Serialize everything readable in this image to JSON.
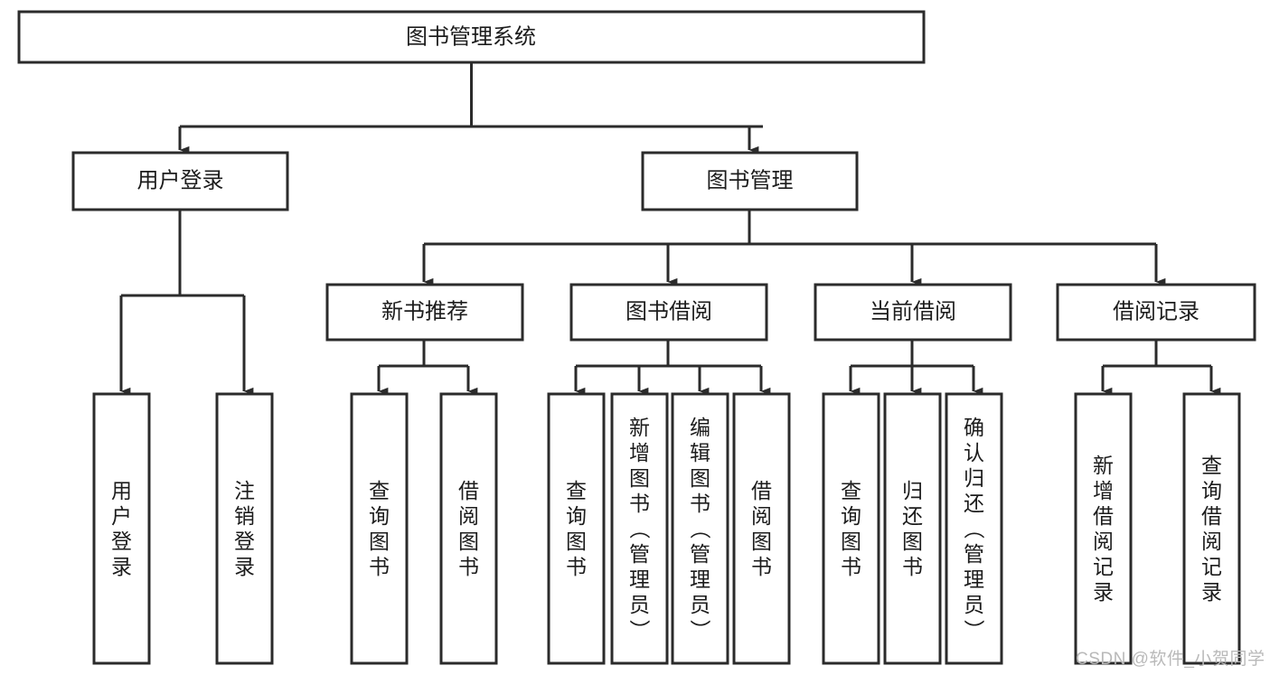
{
  "diagram": {
    "type": "tree-hierarchy-chart",
    "title": "图书管理系统",
    "root": {
      "id": "root",
      "label": "图书管理系统",
      "orientation": "horizontal"
    },
    "level2": [
      {
        "id": "user-login",
        "label": "用户登录",
        "orientation": "horizontal"
      },
      {
        "id": "book-management",
        "label": "图书管理",
        "orientation": "horizontal"
      }
    ],
    "level3": [
      {
        "id": "new-book-recommend",
        "label": "新书推荐",
        "orientation": "horizontal",
        "parent": "book-management"
      },
      {
        "id": "book-borrow",
        "label": "图书借阅",
        "orientation": "horizontal",
        "parent": "book-management"
      },
      {
        "id": "current-borrow",
        "label": "当前借阅",
        "orientation": "horizontal",
        "parent": "book-management"
      },
      {
        "id": "borrow-record",
        "label": "借阅记录",
        "orientation": "horizontal",
        "parent": "book-management"
      }
    ],
    "leaves": [
      {
        "id": "leaf-user-login",
        "parent": "user-login",
        "label": "用户登录",
        "chars": [
          "用",
          "户",
          "登",
          "录"
        ]
      },
      {
        "id": "leaf-user-logout",
        "parent": "user-login",
        "label": "注销登录",
        "chars": [
          "注",
          "销",
          "登",
          "录"
        ]
      },
      {
        "id": "leaf-query-book-1",
        "parent": "new-book-recommend",
        "label": "查询图书",
        "chars": [
          "查",
          "询",
          "图",
          "书"
        ]
      },
      {
        "id": "leaf-borrow-book-1",
        "parent": "new-book-recommend",
        "label": "借阅图书",
        "chars": [
          "借",
          "阅",
          "图",
          "书"
        ]
      },
      {
        "id": "leaf-query-book-2",
        "parent": "book-borrow",
        "label": "查询图书",
        "chars": [
          "查",
          "询",
          "图",
          "书"
        ]
      },
      {
        "id": "leaf-add-book",
        "parent": "book-borrow",
        "label": "新增图书（管理员）",
        "chars": [
          "新",
          "增",
          "图",
          "书",
          "（",
          "管",
          "理",
          "员",
          "）"
        ]
      },
      {
        "id": "leaf-edit-book",
        "parent": "book-borrow",
        "label": "编辑图书（管理员）",
        "chars": [
          "编",
          "辑",
          "图",
          "书",
          "（",
          "管",
          "理",
          "员",
          "）"
        ]
      },
      {
        "id": "leaf-borrow-book-2",
        "parent": "book-borrow",
        "label": "借阅图书",
        "chars": [
          "借",
          "阅",
          "图",
          "书"
        ]
      },
      {
        "id": "leaf-query-book-3",
        "parent": "current-borrow",
        "label": "查询图书",
        "chars": [
          "查",
          "询",
          "图",
          "书"
        ]
      },
      {
        "id": "leaf-return-book",
        "parent": "current-borrow",
        "label": "归还图书",
        "chars": [
          "归",
          "还",
          "图",
          "书"
        ]
      },
      {
        "id": "leaf-confirm-return",
        "parent": "current-borrow",
        "label": "确认归还（管理员）",
        "chars": [
          "确",
          "认",
          "归",
          "还",
          "（",
          "管",
          "理",
          "员",
          "）"
        ]
      },
      {
        "id": "leaf-add-record",
        "parent": "borrow-record",
        "label": "新增借阅记录",
        "chars": [
          "新",
          "增",
          "借",
          "阅",
          "记",
          "录"
        ]
      },
      {
        "id": "leaf-query-record",
        "parent": "borrow-record",
        "label": "查询借阅记录",
        "chars": [
          "查",
          "询",
          "借",
          "阅",
          "记",
          "录"
        ]
      }
    ],
    "colors": {
      "stroke": "#2b2b2b",
      "fill": "#ffffff",
      "text": "#1c1c1c",
      "background": "#ffffff",
      "watermark": "#b9b9b9"
    }
  },
  "watermark": {
    "text": "CSDN @软件_小贺同学"
  }
}
